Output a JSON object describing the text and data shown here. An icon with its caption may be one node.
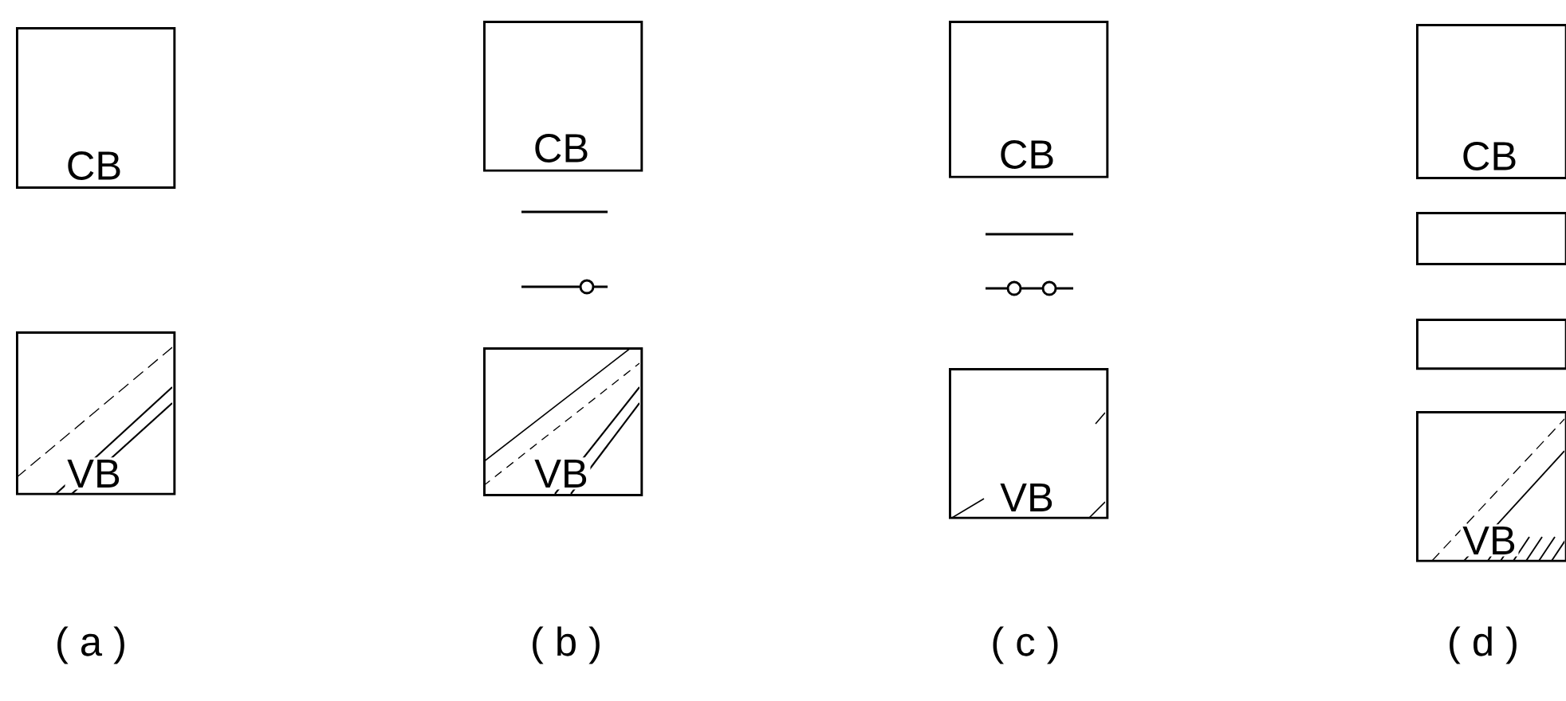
{
  "diagram": {
    "nodes": [
      {
        "text": [
          "CB"
        ]
      },
      {
        "text": [
          "VB"
        ]
      },
      {
        "text": [
          "CB"
        ]
      },
      {
        "text": [
          "VB"
        ]
      },
      {
        "text": [
          "CB"
        ]
      },
      {
        "text": [
          "VB"
        ]
      },
      {
        "text": [
          "CB"
        ]
      },
      {
        "text": [],
        "shape": "box"
      },
      {
        "text": [],
        "shape": "box"
      },
      {
        "text": [
          "VB"
        ]
      }
    ],
    "edges": [],
    "labels": [
      "( a )",
      "( b )",
      "( c )",
      "( d )"
    ]
  }
}
